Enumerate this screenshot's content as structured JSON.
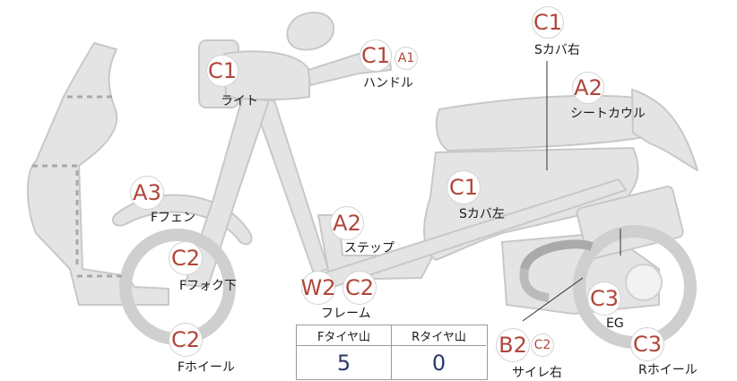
{
  "parts": {
    "s_cover_right": {
      "grade": "C1",
      "label": "Sカバ右"
    },
    "handle": {
      "grade": "C1",
      "grade2": "A1",
      "label": "ハンドル"
    },
    "light": {
      "grade": "C1",
      "label": "ライト"
    },
    "seat_cowl": {
      "grade": "A2",
      "label": "シートカウル"
    },
    "f_fender": {
      "grade": "A3",
      "label": "Fフェン"
    },
    "s_cover_left": {
      "grade": "C1",
      "label": "Sカバ左"
    },
    "step": {
      "grade": "A2",
      "label": "ステップ"
    },
    "f_fork_lower": {
      "grade": "C2",
      "label": "Fフォク下"
    },
    "frame": {
      "grade": "W2",
      "grade2": "C2",
      "label": "フレーム"
    },
    "eg": {
      "grade": "C3",
      "label": "EG"
    },
    "f_wheel": {
      "grade": "C2",
      "label": "Fホイール"
    },
    "muffler_right": {
      "grade": "B2",
      "grade2": "C2",
      "label": "サイレ右"
    },
    "r_wheel": {
      "grade": "C3",
      "label": "Rホイール"
    }
  },
  "tire_table": {
    "front_header": "Fタイヤ山",
    "rear_header": "Rタイヤ山",
    "front_value": "5",
    "rear_value": "0"
  },
  "colors": {
    "grade_text": "#b0463b",
    "value_text": "#2a3a6a",
    "body_fill": "#e4e4e4",
    "body_stroke": "#c8c8c8",
    "dashed_line": "#a8a8a8"
  }
}
